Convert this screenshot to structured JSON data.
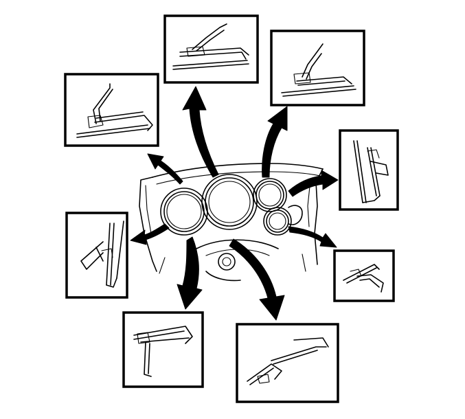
{
  "diagram": {
    "colors": {
      "ink": "#000000",
      "paper": "#ffffff"
    },
    "icons": [
      "instrument-cluster-bezel-icon",
      "retaining-clip-icon",
      "direction-arrow-icon"
    ],
    "callouts": [
      "clip-top-left",
      "clip-top-center",
      "clip-top-right",
      "clip-right-upper",
      "clip-left-middle",
      "clip-right-lower",
      "clip-bottom-left",
      "clip-bottom-right"
    ]
  }
}
